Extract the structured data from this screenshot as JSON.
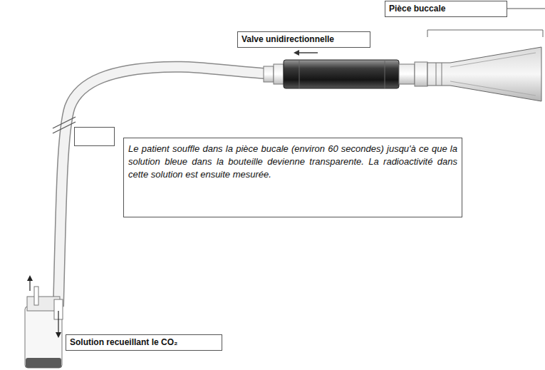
{
  "diagram": {
    "nodes": [
      {
        "text": [
          "Pièce buccale"
        ]
      },
      {
        "text": [
          "Valve unidirectionnelle"
        ]
      },
      {
        "text": [
          "Le patient souffle dans la pièce bucale (environ 60 secondes) jusqu'à ce que la solution bleue dans la bouteille devienne transparente. La radioactivité dans cette solution est ensuite mesurée."
        ]
      },
      {
        "text": [
          "Solution recueillant le CO₂"
        ]
      }
    ]
  }
}
